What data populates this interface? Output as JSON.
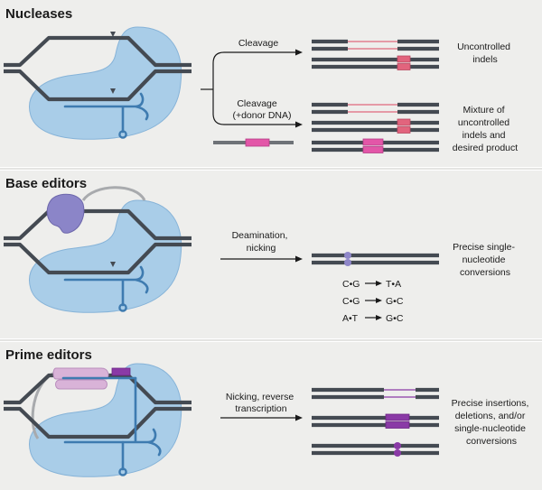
{
  "panels": {
    "nucleases": {
      "title": "Nucleases",
      "steps": [
        {
          "lines": [
            "Cleavage"
          ]
        },
        {
          "lines": [
            "Cleavage",
            "(+donor DNA)"
          ]
        }
      ],
      "outcomes": [
        {
          "lines": [
            "Uncontrolled",
            "indels"
          ]
        },
        {
          "lines": [
            "Mixture of",
            "uncontrolled",
            "indels and",
            "desired product"
          ]
        }
      ]
    },
    "base_editors": {
      "title": "Base editors",
      "step": {
        "lines": [
          "Deamination,",
          "nicking"
        ]
      },
      "outcome": {
        "lines": [
          "Precise single-",
          "nucleotide",
          "conversions"
        ]
      },
      "conversions": [
        {
          "from": "C•G",
          "to": "T•A"
        },
        {
          "from": "C•G",
          "to": "G•C"
        },
        {
          "from": "A•T",
          "to": "G•C"
        }
      ]
    },
    "prime_editors": {
      "title": "Prime editors",
      "step": {
        "lines": [
          "Nicking, reverse",
          "transcription"
        ]
      },
      "outcome": {
        "lines": [
          "Precise insertions,",
          "deletions, and/or",
          "single-nucleotide",
          "conversions"
        ]
      }
    }
  },
  "colors": {
    "dna": "#444a52",
    "cas_protein": "#a9cde8",
    "guide_rna": "#3e7bb0",
    "indel": "#e2647d",
    "donor_insert": "#e356a8",
    "deaminase": "#8b85c8",
    "reverse_transcriptase": "#d9b3d8",
    "prime_edit": "#8a3aa6",
    "panel_background": "#eeeeec"
  }
}
